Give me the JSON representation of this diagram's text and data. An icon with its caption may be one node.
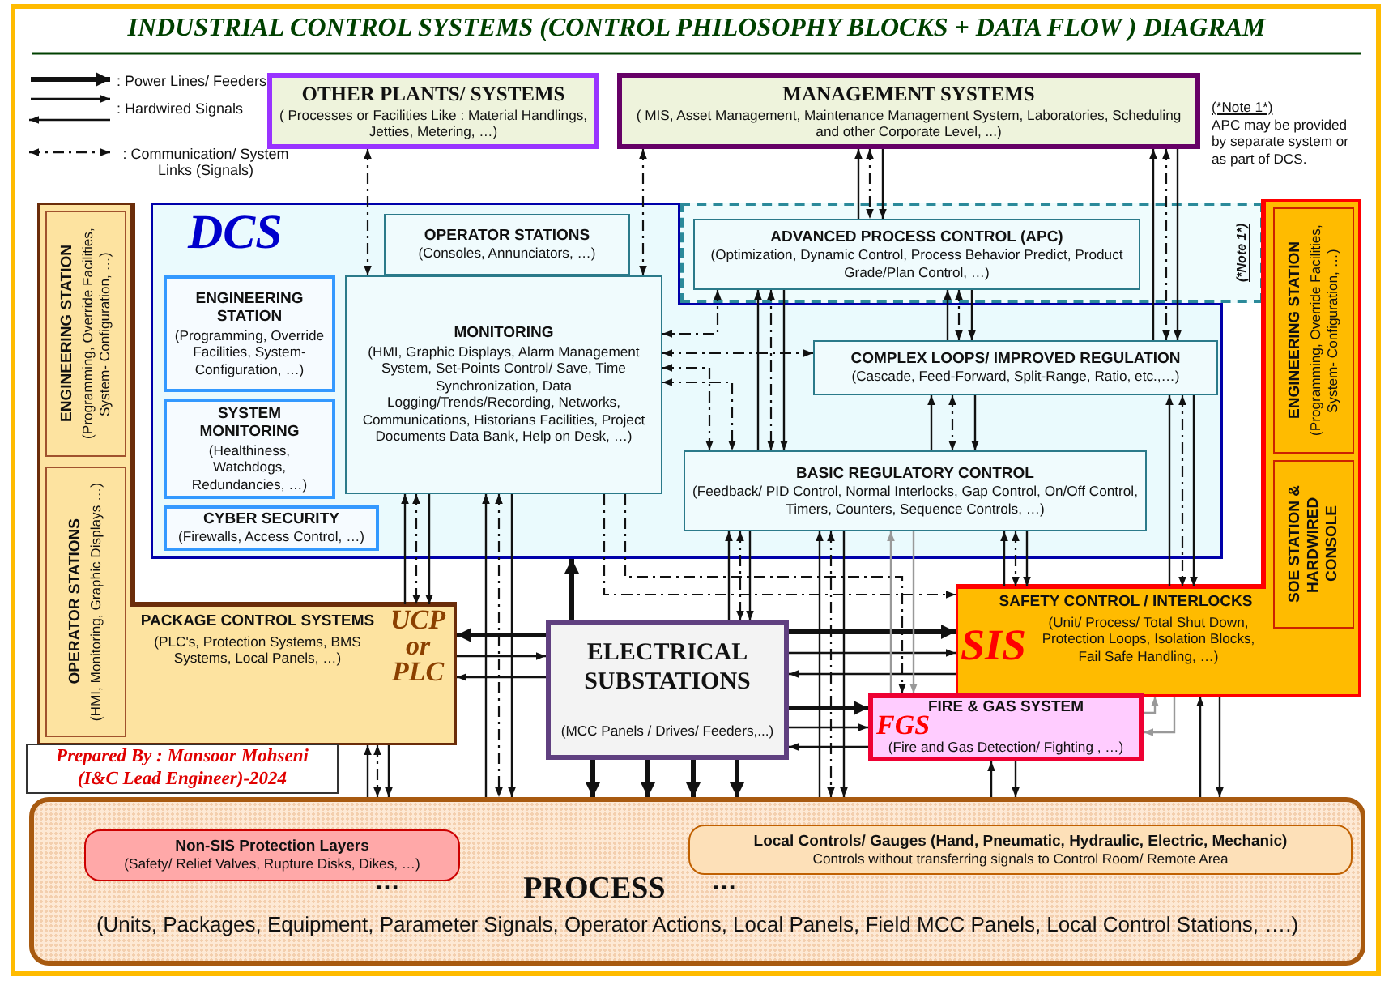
{
  "diagram": {
    "title": "INDUSTRIAL CONTROL SYSTEMS (CONTROL PHILOSOPHY BLOCKS + DATA FLOW ) DIAGRAM",
    "nodes": [
      {
        "text": [
          "OTHER PLANTS/ SYSTEMS",
          "( Processes or Facilities Like : Material Handlings, Jetties, Metering, …)"
        ]
      },
      {
        "text": [
          "MANAGEMENT SYSTEMS",
          "( MIS, Asset Management, Maintenance Management System, Laboratories, Scheduling and other Corporate Level, ...)"
        ]
      },
      {
        "text": [
          "PACKAGE CONTROL SYSTEMS",
          "(PLC's, Protection Systems, BMS Systems, Local Panels, …)",
          "UCP or PLC"
        ]
      },
      {
        "text": [
          "ENGINEERING STATION",
          "(Programming, Override Facilities, System- Configuration, …)"
        ],
        "in": 2
      },
      {
        "text": [
          "OPERATOR STATIONS",
          "(HMI, Monitoring, Graphic Displays …)"
        ],
        "in": 2
      },
      {
        "text": [
          "DCS"
        ]
      },
      {
        "text": [
          "OPERATOR STATIONS",
          "(Consoles, Annunciators, …)"
        ],
        "in": 5
      },
      {
        "text": [
          "ENGINEERING STATION",
          "(Programming, Override Facilities, System- Configuration, …)"
        ],
        "in": 5
      },
      {
        "text": [
          "SYSTEM MONITORING",
          "(Healthiness, Watchdogs, Redundancies, …)"
        ],
        "in": 5
      },
      {
        "text": [
          "CYBER SECURITY",
          "(Firewalls, Access Control, …)"
        ],
        "in": 5
      },
      {
        "text": [
          "MONITORING",
          "(HMI, Graphic Displays, Alarm Management System, Set-Points Control/ Save, Time Synchronization, Data Logging/Trends/Recording, Networks, Communications, Historians Facilities, Project Documents Data Bank, Help on Desk, …)"
        ],
        "in": 5
      },
      {
        "text": [
          "(*Note 1*)"
        ]
      },
      {
        "text": [
          "ADVANCED PROCESS CONTROL (APC)",
          "(Optimization, Dynamic Control, Process Behavior Predict, Product Grade/Plan Control, …)"
        ],
        "in": 11
      },
      {
        "text": [
          "COMPLEX LOOPS/ IMPROVED REGULATION",
          "(Cascade, Feed-Forward, Split-Range, Ratio,  etc.,…)"
        ],
        "in": 5
      },
      {
        "text": [
          "BASIC REGULATORY CONTROL",
          "(Feedback/ PID Control, Normal Interlocks, Gap Control, On/Off Control, Timers, Counters, Sequence Controls, …)"
        ],
        "in": 5
      },
      {
        "text": [
          "SAFETY CONTROL / INTERLOCKS",
          "SIS",
          "(Unit/ Process/ Total Shut Down, Protection Loops, Isolation Blocks, Fail Safe Handling, …)"
        ]
      },
      {
        "text": [
          "ENGINEERING STATION",
          "(Programming, Override Facilities, System- Configuration, …)"
        ],
        "in": 15
      },
      {
        "text": [
          "SOE STATION & HARDWIRED CONSOLE"
        ],
        "in": 15
      },
      {
        "text": [
          "ELECTRICAL SUBSTATIONS",
          "(MCC Panels / Drives/ Feeders,...)"
        ]
      },
      {
        "text": [
          "FIRE & GAS SYSTEM",
          "FGS",
          "(Fire and Gas Detection/ Fighting , …)"
        ]
      },
      {
        "text": [
          "…",
          "PROCESS",
          "…",
          "(Units, Packages, Equipment, Parameter Signals, Operator Actions, Local Panels, Field MCC Panels, Local Control Stations, ….)"
        ]
      },
      {
        "text": [
          "Non-SIS Protection Layers",
          "(Safety/ Relief Valves, Rupture Disks, Dikes, …)"
        ],
        "in": 20
      },
      {
        "text": [
          "Local Controls/ Gauges (Hand, Pneumatic, Hydraulic, Electric, Mechanic)",
          "Controls without transferring signals to Control Room/ Remote Area"
        ],
        "in": 20
      },
      {
        "text": [
          "Prepared By : Mansoor Mohseni",
          "(I&C Lead Engineer)-2024"
        ]
      }
    ],
    "edges": [
      {
        "from": 0,
        "to": 10,
        "arrow": "both",
        "style": "dashed"
      },
      {
        "from": 1,
        "to": 10,
        "arrow": "both",
        "style": "dashed"
      },
      {
        "from": 12,
        "to": 1,
        "arrow": "to"
      },
      {
        "from": 1,
        "to": 12,
        "arrow": "both",
        "style": "dashed"
      },
      {
        "from": 1,
        "to": 12,
        "arrow": "to"
      },
      {
        "from": 13,
        "to": 1,
        "arrow": "to"
      },
      {
        "from": 1,
        "to": 13,
        "arrow": "both",
        "style": "dashed"
      },
      {
        "from": 1,
        "to": 13,
        "arrow": "to"
      },
      {
        "from": 15,
        "to": 13,
        "arrow": "to"
      },
      {
        "from": 13,
        "to": 15,
        "arrow": "both",
        "style": "dashed"
      },
      {
        "from": 13,
        "to": 15,
        "arrow": "to"
      },
      {
        "from": 13,
        "to": 12,
        "arrow": "to"
      },
      {
        "from": 12,
        "to": 13,
        "arrow": "both",
        "style": "dashed"
      },
      {
        "from": 12,
        "to": 13,
        "arrow": "to"
      },
      {
        "from": 14,
        "to": 13,
        "arrow": "to"
      },
      {
        "from": 13,
        "to": 14,
        "arrow": "both",
        "style": "dashed"
      },
      {
        "from": 13,
        "to": 14,
        "arrow": "to"
      },
      {
        "from": 14,
        "to": 12,
        "arrow": "to"
      },
      {
        "from": 12,
        "to": 14,
        "arrow": "both",
        "style": "dashed"
      },
      {
        "from": 12,
        "to": 14,
        "arrow": "to"
      },
      {
        "from": 12,
        "to": 10,
        "arrow": "both",
        "style": "dashed"
      },
      {
        "from": 10,
        "to": 13,
        "arrow": "both",
        "style": "dashed"
      },
      {
        "from": 10,
        "to": 14,
        "arrow": "both",
        "style": "dashed"
      },
      {
        "from": 10,
        "to": 14,
        "arrow": "both",
        "style": "dashed"
      },
      {
        "from": 2,
        "to": 10,
        "arrow": "to"
      },
      {
        "from": 10,
        "to": 2,
        "arrow": "both",
        "style": "dashed"
      },
      {
        "from": 10,
        "to": 2,
        "arrow": "to"
      },
      {
        "from": 20,
        "to": 10,
        "arrow": "to"
      },
      {
        "from": 10,
        "to": 20,
        "arrow": "both",
        "style": "dashed"
      },
      {
        "from": 10,
        "to": 20,
        "arrow": "to"
      },
      {
        "from": 10,
        "to": 15,
        "arrow": "to",
        "style": "dashed"
      },
      {
        "from": 10,
        "to": 19,
        "arrow": "to",
        "style": "dashed"
      },
      {
        "from": 18,
        "to": 5,
        "arrow": "to",
        "style": "thick"
      },
      {
        "from": 18,
        "to": 2,
        "arrow": "to",
        "style": "thick"
      },
      {
        "from": 2,
        "to": 18,
        "arrow": "to"
      },
      {
        "from": 18,
        "to": 2,
        "arrow": "to"
      },
      {
        "from": 18,
        "to": 15,
        "arrow": "to",
        "style": "thick"
      },
      {
        "from": 18,
        "to": 15,
        "arrow": "to"
      },
      {
        "from": 15,
        "to": 18,
        "arrow": "to"
      },
      {
        "from": 18,
        "to": 19,
        "arrow": "to",
        "style": "thick"
      },
      {
        "from": 18,
        "to": 19,
        "arrow": "to"
      },
      {
        "from": 19,
        "to": 18,
        "arrow": "to"
      },
      {
        "from": 18,
        "to": 20,
        "arrow": "to",
        "style": "thick"
      },
      {
        "from": 18,
        "to": 20,
        "arrow": "to",
        "style": "thick"
      },
      {
        "from": 18,
        "to": 20,
        "arrow": "to",
        "style": "thick"
      },
      {
        "from": 18,
        "to": 20,
        "arrow": "to",
        "style": "thick"
      },
      {
        "from": 20,
        "to": 2,
        "arrow": "to"
      },
      {
        "from": 2,
        "to": 20,
        "arrow": "both",
        "style": "dashed"
      },
      {
        "from": 2,
        "to": 20,
        "arrow": "to"
      },
      {
        "from": 18,
        "to": 14,
        "arrow": "to"
      },
      {
        "from": 14,
        "to": 18,
        "arrow": "both",
        "style": "dashed"
      },
      {
        "from": 14,
        "to": 18,
        "arrow": "to"
      },
      {
        "from": 20,
        "to": 14,
        "arrow": "to"
      },
      {
        "from": 14,
        "to": 20,
        "arrow": "both",
        "style": "dashed"
      },
      {
        "from": 14,
        "to": 20,
        "arrow": "to"
      },
      {
        "from": 19,
        "to": 14,
        "arrow": "to",
        "color": "#999999"
      },
      {
        "from": 14,
        "to": 19,
        "arrow": "to",
        "color": "#999999"
      },
      {
        "from": 15,
        "to": 14,
        "arrow": "to"
      },
      {
        "from": 14,
        "to": 15,
        "arrow": "both",
        "style": "dashed"
      },
      {
        "from": 14,
        "to": 15,
        "arrow": "to"
      },
      {
        "from": 19,
        "to": 15,
        "arrow": "to",
        "color": "#999999"
      },
      {
        "from": 15,
        "to": 19,
        "arrow": "to",
        "color": "#999999"
      },
      {
        "from": 20,
        "to": 15,
        "arrow": "to"
      },
      {
        "from": 15,
        "to": 20,
        "arrow": "to"
      },
      {
        "from": 20,
        "to": 19,
        "arrow": "to"
      },
      {
        "from": 19,
        "to": 20,
        "arrow": "to"
      }
    ],
    "labels": [
      "(*Note 1*)",
      "APC may be provided by separate system or as part of DCS."
    ],
    "legend": [
      {
        "text": ": Power Lines/ Feeders"
      },
      {
        "text": ": Hardwired Signals"
      },
      {
        "text": ": Communication/ System Links (Signals)"
      }
    ]
  }
}
